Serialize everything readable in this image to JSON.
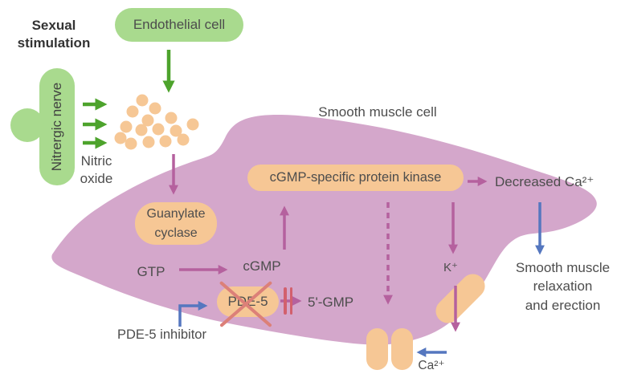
{
  "colors": {
    "green_fill": "#a9da8e",
    "green_arrow": "#4da32c",
    "orange": "#f6c795",
    "cell_pink": "#d4a7cb",
    "plum": "#b5619e",
    "blue": "#5577bf",
    "red_x": "#dc8078",
    "red_bar": "#d2606d",
    "text_dark": "#333333",
    "text_main": "#4d4d4d"
  },
  "labels": {
    "sexual_stimulation": "Sexual\nstimulation",
    "endothelial_cell": "Endothelial cell",
    "nitrergic_nerve": "Nitrergic nerve",
    "nitric_oxide": "Nitric\noxide",
    "smooth_muscle_cell": "Smooth muscle cell",
    "guanylate_cyclase": "Guanylate\ncyclase",
    "protein_kinase": "cGMP-specific protein kinase",
    "gtp": "GTP",
    "cgmp": "cGMP",
    "pde5": "PDE-5",
    "five_prime_gmp": "5'-GMP",
    "pde5_inhibitor": "PDE-5 inhibitor",
    "decreased_calcium": "Decreased Ca²⁺",
    "potassium": "K⁺",
    "calcium": "Ca²⁺",
    "outcome": "Smooth muscle\nrelaxation\nand erection"
  }
}
